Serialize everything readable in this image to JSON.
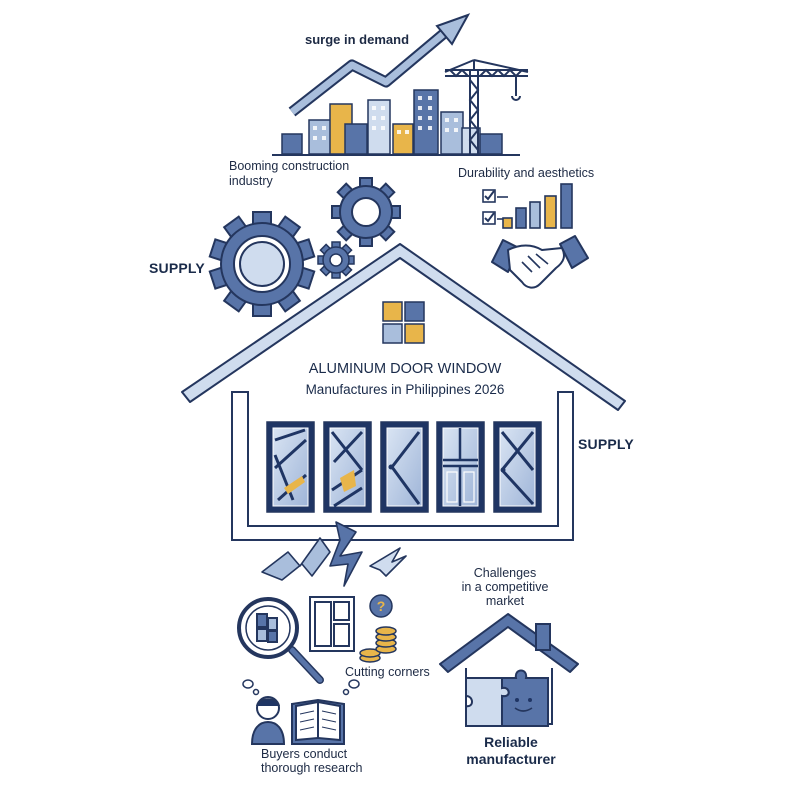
{
  "labels": {
    "demand": "surge in demand",
    "construction": "Booming construction\nindustry",
    "durability": "Durability and aesthetics",
    "supply_left": "SUPPLY",
    "supply_right": "SUPPLY",
    "house_title": "ALUMINUM DOOR WINDOW",
    "house_subtitle": "Manufactures in Philippines 2026",
    "challenges": "Challenges\nin a competitive\nmarket",
    "cutting": "Cutting corners",
    "buyers": "Buyers conduct\nthorough research",
    "reliable": "Reliable\nmanufacturer"
  },
  "colors": {
    "navy": "#1f3564",
    "blue": "#5874a8",
    "light_blue": "#a9bedc",
    "pale_blue": "#cfdcee",
    "gold": "#e8b54a",
    "outline": "#24365e"
  },
  "icons": [
    "trend-arrow-icon",
    "city-skyline-icon",
    "crane-icon",
    "gear-icon",
    "checklist-icon",
    "bar-chart-icon",
    "handshake-icon",
    "logo-squares-icon",
    "door-icon",
    "lightning-icon",
    "magnifier-icon",
    "window-icon",
    "question-icon",
    "coins-icon",
    "person-icon",
    "book-icon",
    "house-icon",
    "puzzle-icon"
  ]
}
